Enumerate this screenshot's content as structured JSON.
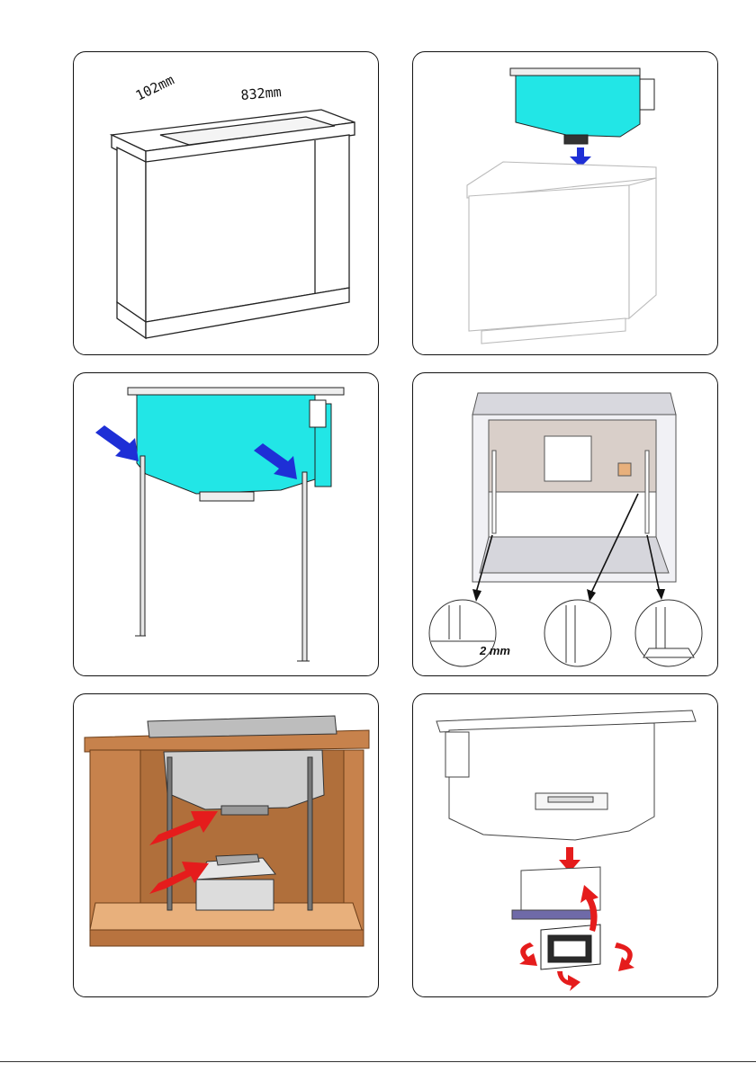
{
  "panels": {
    "p1": {
      "depth_label": "102mm",
      "width_label": "832mm"
    },
    "p4": {
      "gap_label": "2 mm"
    }
  },
  "colors": {
    "module_cyan": "#22e6e6",
    "arrow_blue": "#1e2fd6",
    "arrow_red": "#e51c1c",
    "wood": "#c7824c",
    "wood_floor": "#e8b07c",
    "panel_border": "#111111"
  }
}
